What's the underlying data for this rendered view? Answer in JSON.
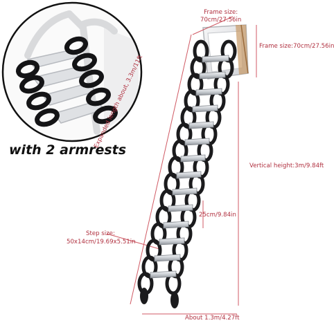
{
  "inset": {
    "caption": "with 2 armrests"
  },
  "labels": {
    "frame_size_top_line1": "Frame size:",
    "frame_size_top_line2": "70cm/27.56in",
    "frame_size_right": "Frame size:70cm/27.56in",
    "expanded_length": "Expanded length about, 3.3m/11ft",
    "vertical_height": "Vertical height:3m/9.84ft",
    "step_spacing": "25cm/9.84in",
    "step_size_title": "Step size:",
    "step_size_dims": "50x14cm/19.69x5.51in",
    "bottom_width": "About 1.3m/4.27ft"
  },
  "colors": {
    "dimension_line": "#d05a64",
    "label_text": "#b0303f",
    "frame_metal": "#e8e8ea",
    "steel_black": "#1b1b1d",
    "tread_silver": "#c9cdd2"
  },
  "icons": {
    "ladder": "scissor-attic-ladder",
    "inset": "armrest-closeup"
  }
}
